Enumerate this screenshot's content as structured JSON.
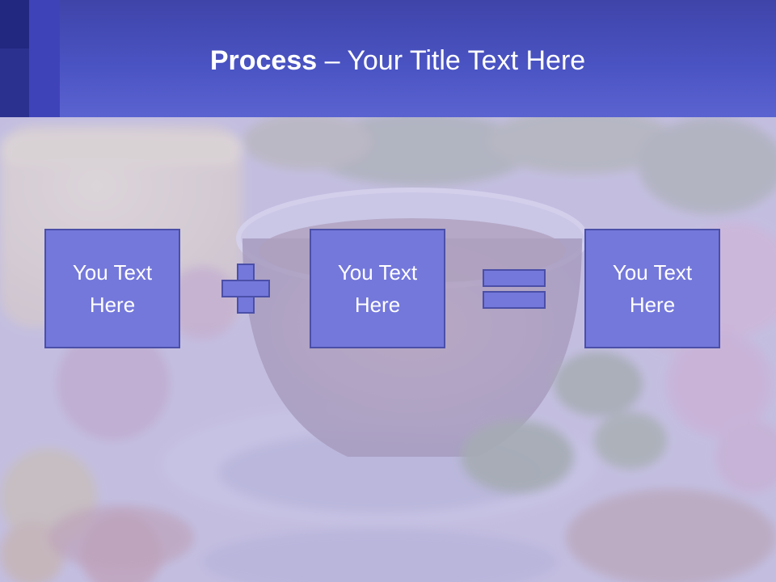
{
  "slide": {
    "title_bold": "Process",
    "title_rest": " – Your Title Text Here"
  },
  "boxes": [
    {
      "line1": "You Text",
      "line2": "Here"
    },
    {
      "line1": "You Text",
      "line2": "Here"
    },
    {
      "line1": "You Text",
      "line2": "Here"
    }
  ],
  "operators": [
    "plus",
    "equals"
  ],
  "colors": {
    "header": "#4a53c2",
    "box_fill": "#7478db",
    "box_border": "#4b4fa8",
    "text": "#ffffff"
  },
  "background_image": "herbal-tea-cup-with-flowers"
}
